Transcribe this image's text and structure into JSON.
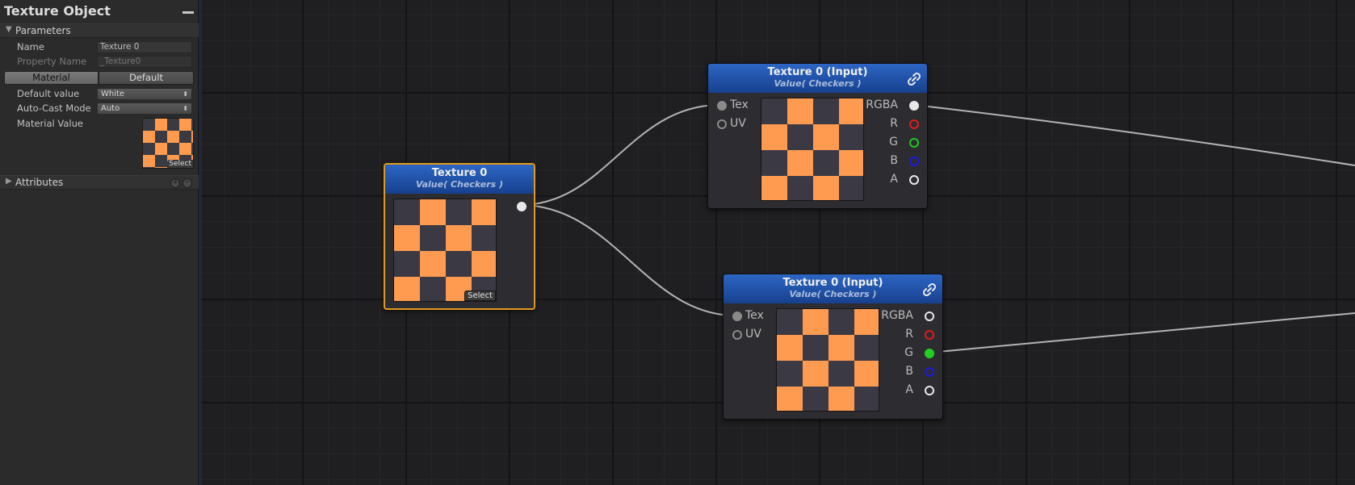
{
  "panel": {
    "title": "Texture Object",
    "parameters_label": "Parameters",
    "name_label": "Name",
    "name_value": "Texture 0",
    "property_name_label": "Property Name",
    "property_name_value": "_Texture0",
    "tab_material": "Material",
    "tab_default": "Default",
    "default_value_label": "Default value",
    "default_value": "White",
    "auto_cast_label": "Auto-Cast Mode",
    "auto_cast_value": "Auto",
    "material_value_label": "Material Value",
    "select_label": "Select",
    "attributes_label": "Attributes"
  },
  "nodes": {
    "texture_object": {
      "title": "Texture 0",
      "subtitle": "Value( Checkers )",
      "select_label": "Select"
    },
    "sampler_top": {
      "title": "Texture 0 (Input)",
      "subtitle": "Value( Checkers )",
      "inputs": [
        "Tex",
        "UV"
      ],
      "outputs": [
        "RGBA",
        "R",
        "G",
        "B",
        "A"
      ]
    },
    "sampler_bottom": {
      "title": "Texture 0 (Input)",
      "subtitle": "Value( Checkers )",
      "inputs": [
        "Tex",
        "UV"
      ],
      "outputs": [
        "RGBA",
        "R",
        "G",
        "B",
        "A"
      ]
    }
  },
  "colors": {
    "node_header": "#2358b0",
    "selection_outline": "#e09a1c",
    "checker_orange": "#ff9b50",
    "checker_dark": "#3b3a44",
    "port_red": "#e01a1a",
    "port_green": "#1ec81e",
    "port_blue": "#1a1ae6"
  }
}
